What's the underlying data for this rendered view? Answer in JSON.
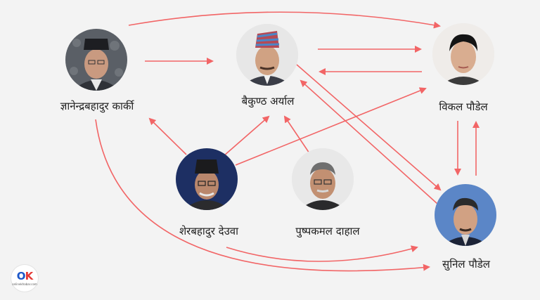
{
  "colors": {
    "arrow": "#f26566",
    "background": "#f3f3f3",
    "label": "#1d1d1d"
  },
  "people": {
    "gyanendra": {
      "name": "ज्ञानेन्द्रबहादुर कार्की"
    },
    "baikuntha": {
      "name": "बैकुण्ठ अर्याल"
    },
    "bikal": {
      "name": "विकल पौडेल"
    },
    "sher": {
      "name": "शेरबहादुर देउवा"
    },
    "pushpa": {
      "name": "पुष्पकमल दाहाल"
    },
    "sunil": {
      "name": "सुनिल पौडेल"
    }
  },
  "connections": [
    {
      "from": "gyanendra",
      "to": "baikuntha"
    },
    {
      "from": "gyanendra",
      "to": "bikal"
    },
    {
      "from": "gyanendra",
      "to": "sunil"
    },
    {
      "from": "baikuntha",
      "to": "bikal"
    },
    {
      "from": "bikal",
      "to": "baikuntha"
    },
    {
      "from": "baikuntha",
      "to": "sunil"
    },
    {
      "from": "sunil",
      "to": "baikuntha"
    },
    {
      "from": "bikal",
      "to": "sunil"
    },
    {
      "from": "sunil",
      "to": "bikal"
    },
    {
      "from": "sher",
      "to": "gyanendra"
    },
    {
      "from": "sher",
      "to": "baikuntha"
    },
    {
      "from": "sher",
      "to": "bikal"
    },
    {
      "from": "sher",
      "to": "sunil"
    },
    {
      "from": "pushpa",
      "to": "baikuntha"
    }
  ],
  "logo": {
    "mark_left": "O",
    "mark_right": "K",
    "caption": "onlinekhabar.com"
  }
}
